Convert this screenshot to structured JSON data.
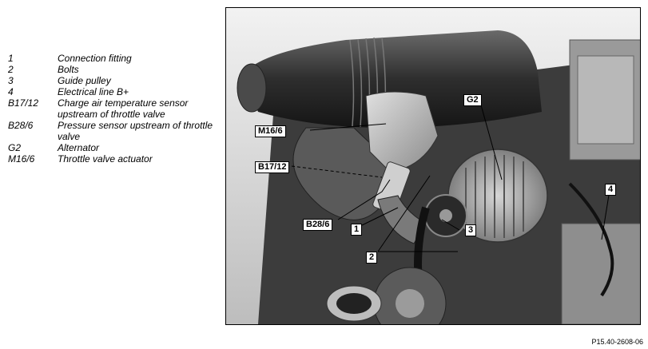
{
  "legend": [
    {
      "code": "1",
      "desc": "Connection fitting"
    },
    {
      "code": "2",
      "desc": "Bolts"
    },
    {
      "code": "3",
      "desc": "Guide pulley"
    },
    {
      "code": "4",
      "desc": "Electrical line B+"
    },
    {
      "code": "B17/12",
      "desc": "Charge air temperature sensor upstream of throttle valve"
    },
    {
      "code": "B28/6",
      "desc": "Pressure sensor upstream of throttle valve"
    },
    {
      "code": "G2",
      "desc": "Alternator"
    },
    {
      "code": "M16/6",
      "desc": "Throttle valve actuator"
    }
  ],
  "callouts": {
    "g2": "G2",
    "m16_6": "M16/6",
    "b17_12": "B17/12",
    "b28_6": "B28/6",
    "c1": "1",
    "c2": "2",
    "c3": "3",
    "c4": "4"
  },
  "reference_code": "P15.40-2608-06"
}
